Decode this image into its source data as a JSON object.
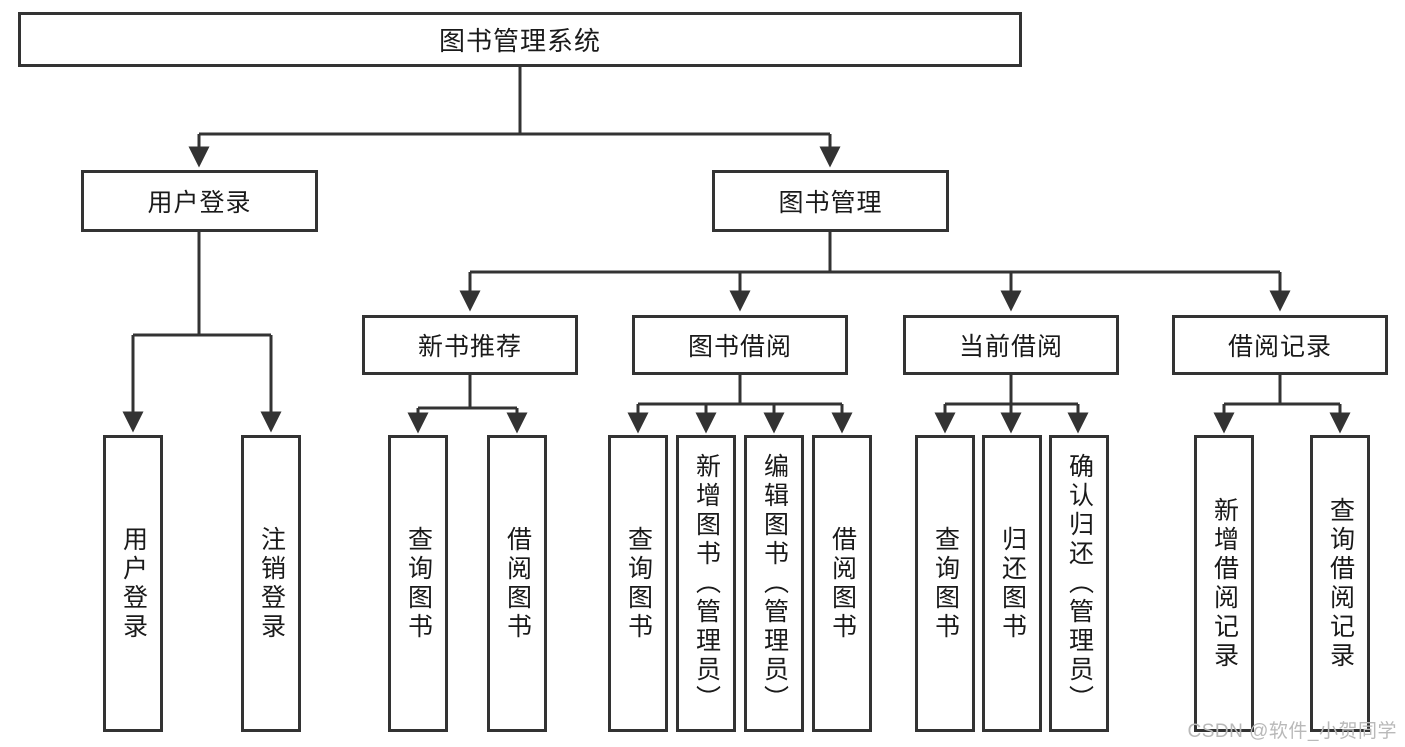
{
  "diagram": {
    "title": "图书管理系统",
    "type": "tree-hierarchy-chart",
    "root": {
      "id": "root",
      "label": "图书管理系统"
    },
    "level2": [
      {
        "id": "user-login",
        "label": "用户登录"
      },
      {
        "id": "book-management",
        "label": "图书管理"
      }
    ],
    "level3": [
      {
        "id": "new-book-recommend",
        "label": "新书推荐"
      },
      {
        "id": "book-borrow",
        "label": "图书借阅"
      },
      {
        "id": "current-borrow",
        "label": "当前借阅"
      },
      {
        "id": "borrow-record",
        "label": "借阅记录"
      }
    ],
    "leaves": {
      "user_login": [
        {
          "id": "leaf-user-login",
          "label": "用户登录"
        },
        {
          "id": "leaf-logout-login",
          "label": "注销登录"
        }
      ],
      "new_book_recommend": [
        {
          "id": "leaf-query-book-1",
          "label": "查询图书"
        },
        {
          "id": "leaf-borrow-book-1",
          "label": "借阅图书"
        }
      ],
      "book_borrow": [
        {
          "id": "leaf-query-book-2",
          "label": "查询图书"
        },
        {
          "id": "leaf-add-book",
          "label": "新增图书（管理员）"
        },
        {
          "id": "leaf-edit-book",
          "label": "编辑图书（管理员）"
        },
        {
          "id": "leaf-borrow-book-2",
          "label": "借阅图书"
        }
      ],
      "current_borrow": [
        {
          "id": "leaf-query-book-3",
          "label": "查询图书"
        },
        {
          "id": "leaf-return-book",
          "label": "归还图书"
        },
        {
          "id": "leaf-confirm-return",
          "label": "确认归还（管理员）"
        }
      ],
      "borrow_record": [
        {
          "id": "leaf-add-record",
          "label": "新增借阅记录"
        },
        {
          "id": "leaf-query-record",
          "label": "查询借阅记录"
        }
      ]
    }
  },
  "watermark": {
    "text": "CSDN @软件_小贺同学"
  },
  "colors": {
    "stroke": "#333333",
    "background": "#ffffff",
    "text": "#1a1a1a",
    "watermark": "#b9b9b9"
  }
}
